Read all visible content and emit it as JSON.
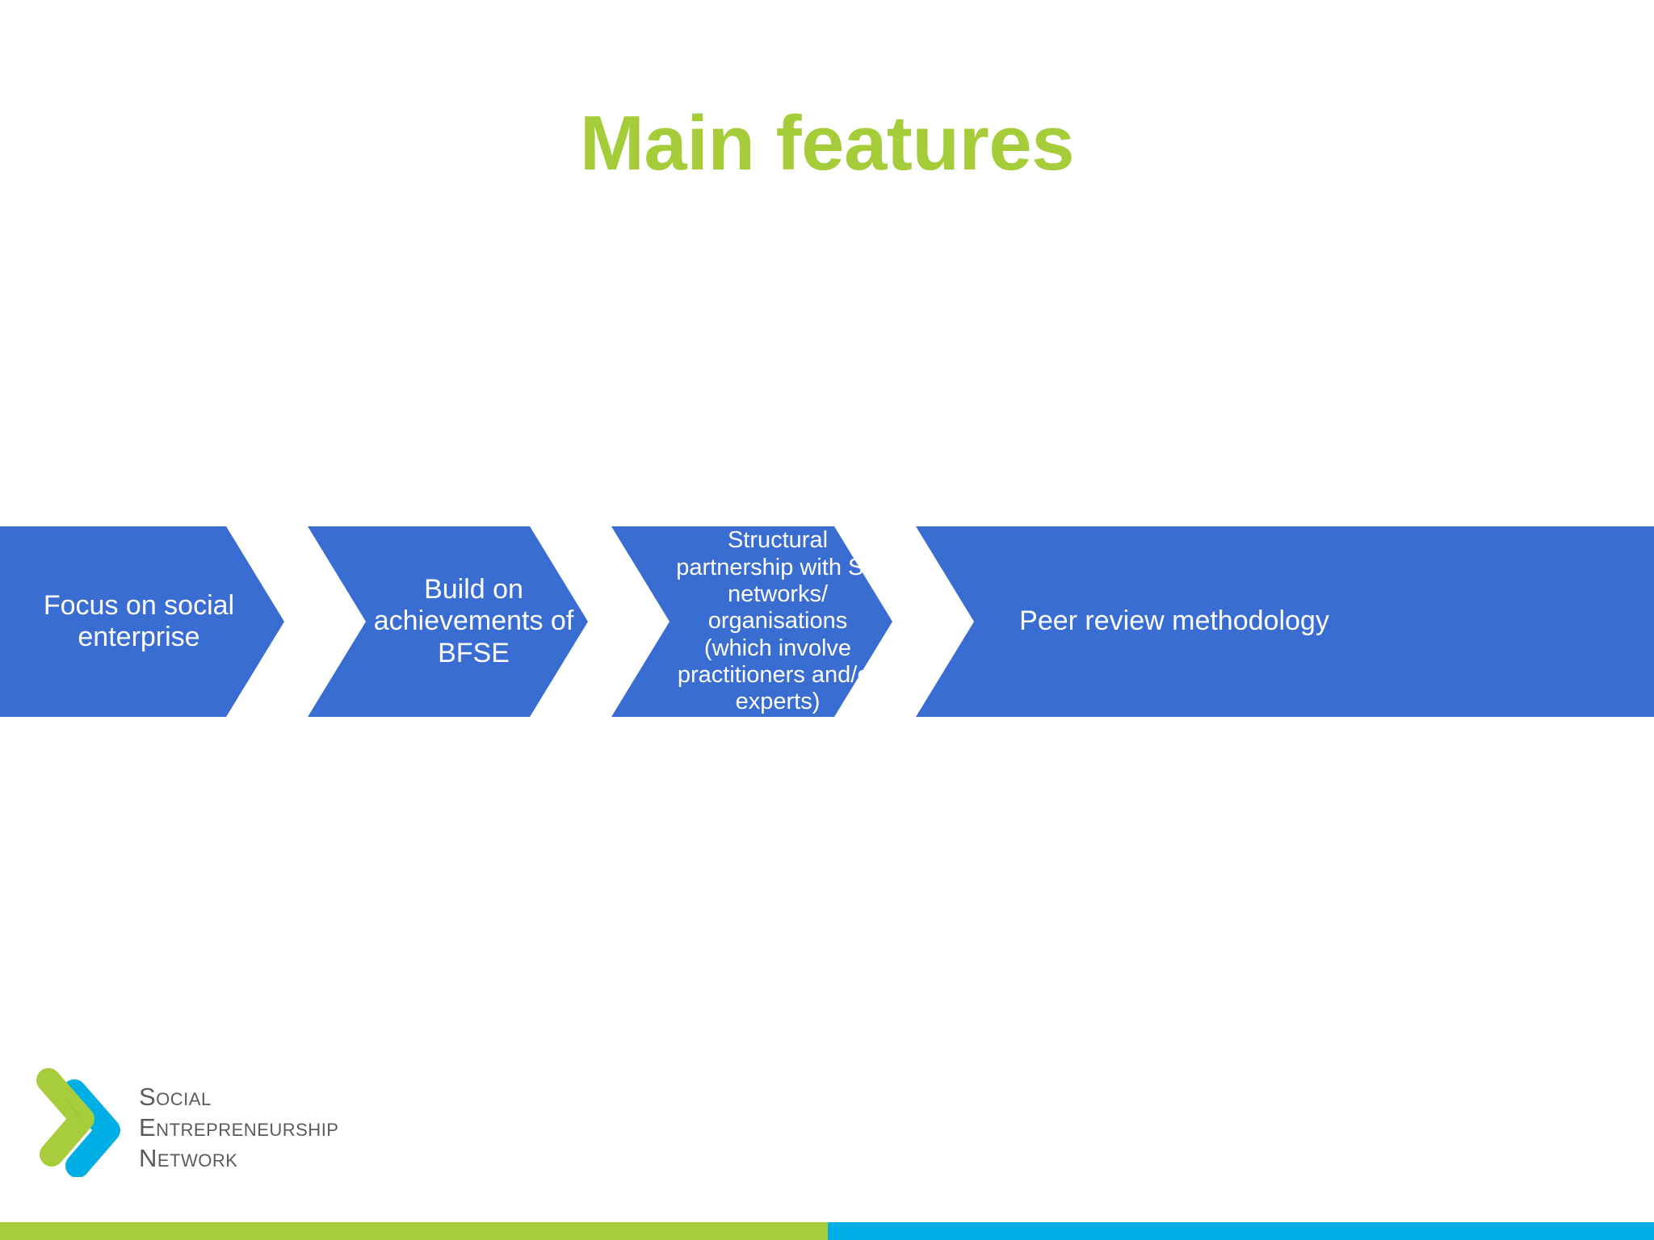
{
  "slide": {
    "title": "Main features",
    "title_color": "#A5CD39",
    "background_color": "#FFFFFF"
  },
  "process": {
    "shape": "chevron",
    "fill_color": "#3A6DD1",
    "text_color": "#FFFFFF",
    "steps": [
      {
        "index": 1,
        "label": "Focus on social enterprise"
      },
      {
        "index": 2,
        "label": "Build on achievements of BFSE"
      },
      {
        "index": 3,
        "label": "Structural partnership with SE networks/ organisations (which involve practitioners and/or experts)"
      },
      {
        "index": 4,
        "label": "Peer review methodology"
      }
    ]
  },
  "logo": {
    "name": "social-entrepreneurship-network-logo",
    "text": "Social\nEntrepreneurship\nNetwork",
    "text_color": "#5B5B5F",
    "mark_green": "#A8CD3C",
    "mark_blue": "#00AEE6",
    "mark_overlap_green": "#18A24A"
  },
  "footer_bar": {
    "left_color": "#A8CD3C",
    "right_color": "#00AEE6"
  }
}
